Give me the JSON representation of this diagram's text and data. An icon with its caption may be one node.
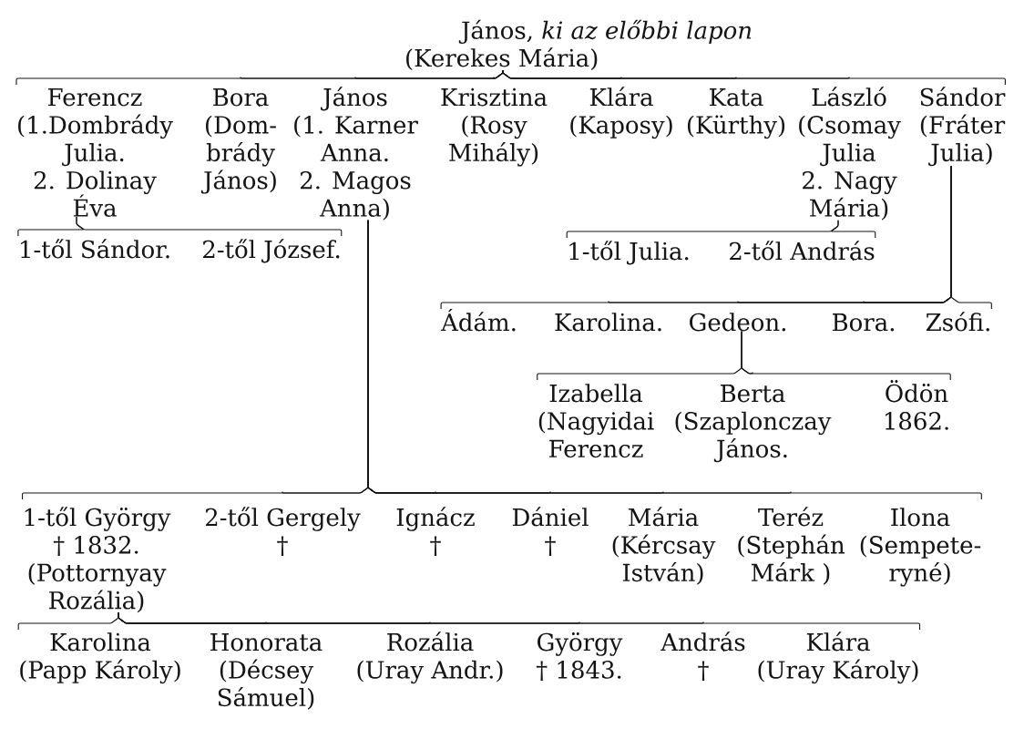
{
  "diagram": {
    "nodes": [
      {
        "text": [
          "János, *ki az előbbi lapon*",
          "(Kerekes Mária)"
        ]
      },
      {
        "text": [
          "Ferencz",
          "(1.Dombrády Julia.",
          "2. Dolinay Éva"
        ]
      },
      {
        "text": [
          "Bora",
          "(Dom- brády János)"
        ]
      },
      {
        "text": [
          "János",
          "(1. Karner Anna.",
          "2. Magos Anna)"
        ]
      },
      {
        "text": [
          "Krisztina",
          "(Rosy Mihály)"
        ]
      },
      {
        "text": [
          "Klára",
          "(Kaposy)"
        ]
      },
      {
        "text": [
          "Kata",
          "(Kürthy)"
        ]
      },
      {
        "text": [
          "László",
          "(Csomay Julia",
          "2. Nagy Mária)"
        ]
      },
      {
        "text": [
          "Sándor",
          "(Fráter Julia)"
        ]
      },
      {
        "text": [
          "1-től Sándor."
        ]
      },
      {
        "text": [
          "2-től József."
        ]
      },
      {
        "text": [
          "1-től Julia."
        ]
      },
      {
        "text": [
          "2-től András"
        ]
      },
      {
        "text": [
          "Ádám."
        ]
      },
      {
        "text": [
          "Karolina."
        ]
      },
      {
        "text": [
          "Gedeon."
        ]
      },
      {
        "text": [
          "Bora."
        ]
      },
      {
        "text": [
          "Zsófi."
        ]
      },
      {
        "text": [
          "Izabella",
          "(Nagyidai Ferencz"
        ]
      },
      {
        "text": [
          "Berta",
          "(Szaplonczay János."
        ]
      },
      {
        "text": [
          "Ödön",
          "1862."
        ]
      },
      {
        "text": [
          "1-től György",
          "† 1832.",
          "(Pottornyay Rozália)"
        ]
      },
      {
        "text": [
          "2-től Gergely",
          "†"
        ]
      },
      {
        "text": [
          "Ignácz",
          "†"
        ]
      },
      {
        "text": [
          "Dániel",
          "†"
        ]
      },
      {
        "text": [
          "Mária",
          "(Kércsay István)"
        ]
      },
      {
        "text": [
          "Teréz",
          "(Stephán Márk )"
        ]
      },
      {
        "text": [
          "Ilona",
          "(Sempete- ryné)"
        ]
      },
      {
        "text": [
          "Karolina",
          "(Papp Károly)"
        ]
      },
      {
        "text": [
          "Honorata",
          "(Décsey Sámuel)"
        ]
      },
      {
        "text": [
          "Rozália",
          "(Uray Andr.)"
        ]
      },
      {
        "text": [
          "György",
          "† 1843."
        ]
      },
      {
        "text": [
          "András",
          "†"
        ]
      },
      {
        "text": [
          "Klára",
          "(Uray Károly)"
        ]
      }
    ],
    "edges": [
      {
        "from": 0,
        "to": 1,
        "arrow": "none"
      },
      {
        "from": 0,
        "to": 2,
        "arrow": "none"
      },
      {
        "from": 0,
        "to": 3,
        "arrow": "none"
      },
      {
        "from": 0,
        "to": 4,
        "arrow": "none"
      },
      {
        "from": 0,
        "to": 5,
        "arrow": "none"
      },
      {
        "from": 0,
        "to": 6,
        "arrow": "none"
      },
      {
        "from": 0,
        "to": 7,
        "arrow": "none"
      },
      {
        "from": 0,
        "to": 8,
        "arrow": "none"
      },
      {
        "from": 1,
        "to": 9,
        "arrow": "none"
      },
      {
        "from": 1,
        "to": 10,
        "arrow": "none"
      },
      {
        "from": 7,
        "to": 11,
        "arrow": "none"
      },
      {
        "from": 7,
        "to": 12,
        "arrow": "none"
      },
      {
        "from": 8,
        "to": 13,
        "arrow": "none"
      },
      {
        "from": 8,
        "to": 14,
        "arrow": "none"
      },
      {
        "from": 8,
        "to": 15,
        "arrow": "none"
      },
      {
        "from": 8,
        "to": 16,
        "arrow": "none"
      },
      {
        "from": 8,
        "to": 17,
        "arrow": "none"
      },
      {
        "from": 15,
        "to": 18,
        "arrow": "none"
      },
      {
        "from": 15,
        "to": 19,
        "arrow": "none"
      },
      {
        "from": 15,
        "to": 20,
        "arrow": "none"
      },
      {
        "from": 3,
        "to": 21,
        "arrow": "none"
      },
      {
        "from": 3,
        "to": 22,
        "arrow": "none"
      },
      {
        "from": 3,
        "to": 23,
        "arrow": "none"
      },
      {
        "from": 3,
        "to": 24,
        "arrow": "none"
      },
      {
        "from": 3,
        "to": 25,
        "arrow": "none"
      },
      {
        "from": 3,
        "to": 26,
        "arrow": "none"
      },
      {
        "from": 3,
        "to": 27,
        "arrow": "none"
      },
      {
        "from": 21,
        "to": 28,
        "arrow": "none"
      },
      {
        "from": 21,
        "to": 29,
        "arrow": "none"
      },
      {
        "from": 21,
        "to": 30,
        "arrow": "none"
      },
      {
        "from": 21,
        "to": 31,
        "arrow": "none"
      },
      {
        "from": 21,
        "to": 32,
        "arrow": "none"
      },
      {
        "from": 21,
        "to": 33,
        "arrow": "none"
      }
    ]
  }
}
